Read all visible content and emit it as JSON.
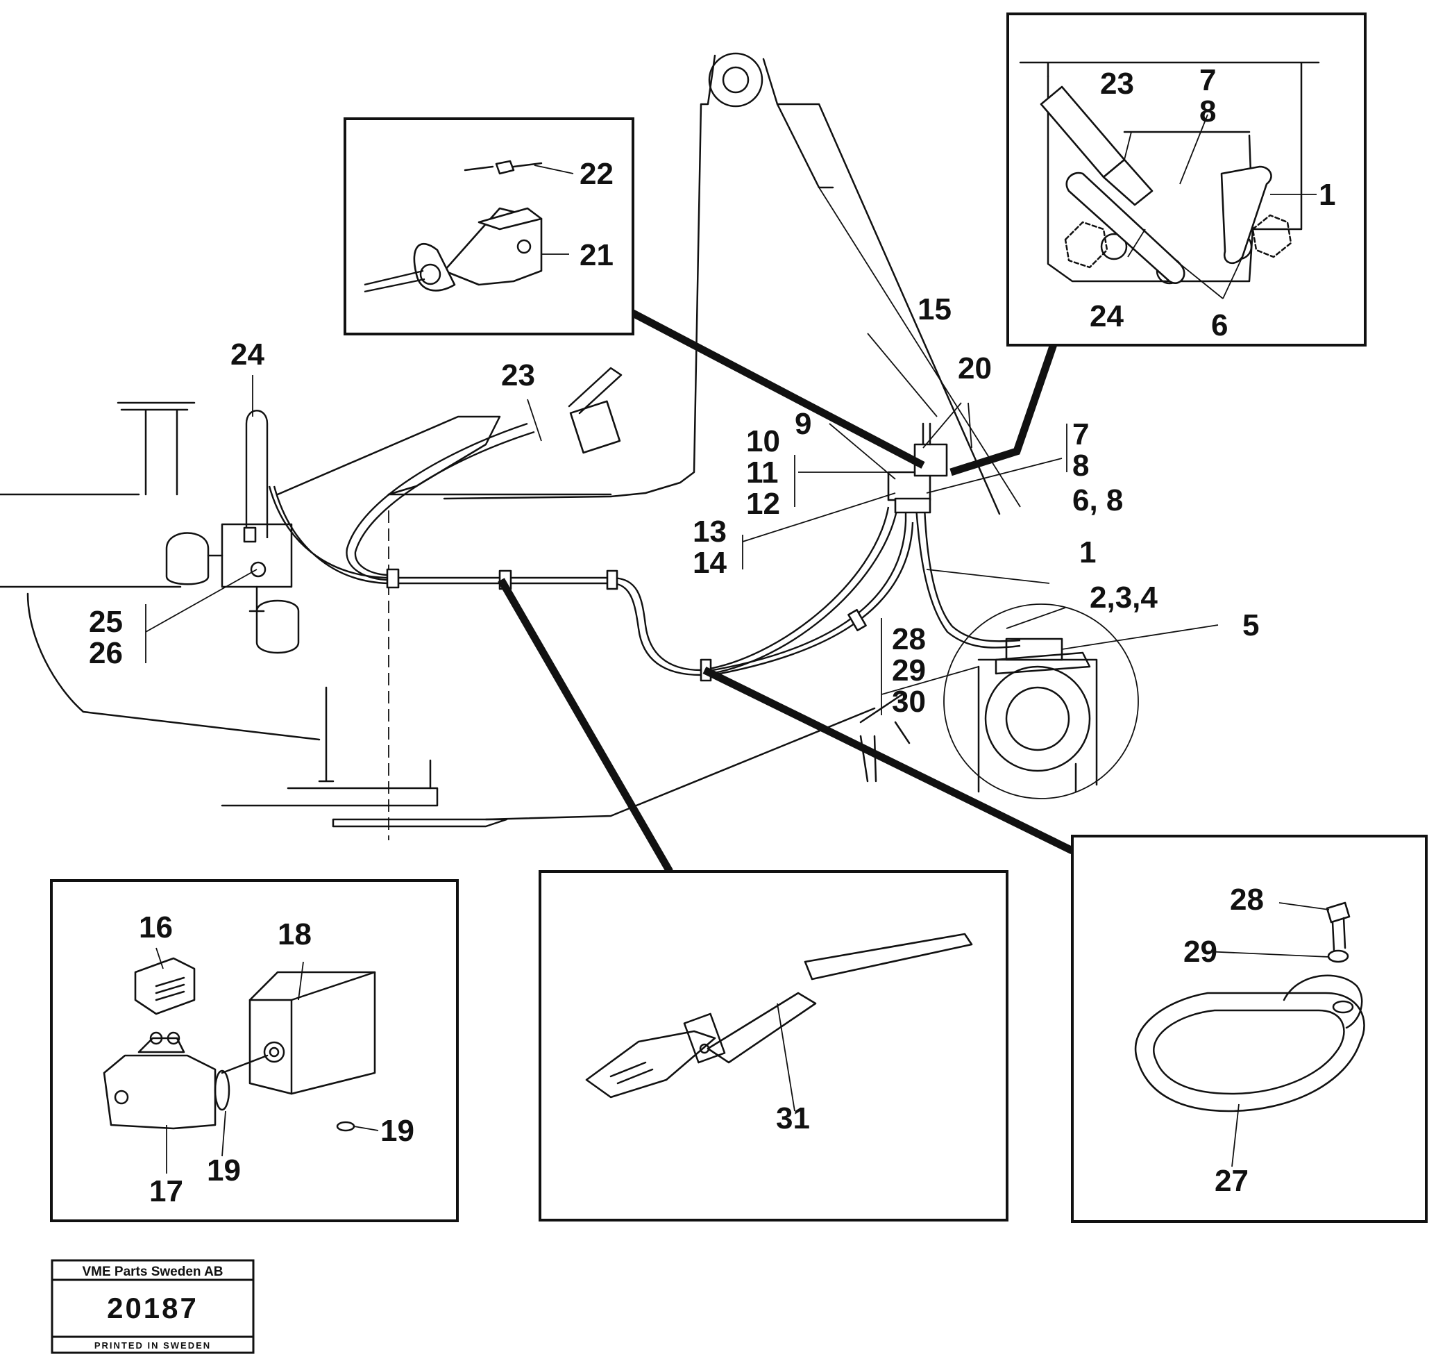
{
  "callouts": {
    "c1_main": "1",
    "c1_inset": "1",
    "c2_3_4": "2,3,4",
    "c5": "5",
    "c6_inset": "6",
    "c6_8": "6, 8",
    "c7_inset": "7",
    "c8_inset": "8",
    "c7_main": "7",
    "c8_main": "8",
    "c9": "9",
    "c10": "10",
    "c11": "11",
    "c12": "12",
    "c13": "13",
    "c14": "14",
    "c15": "15",
    "c16": "16",
    "c17": "17",
    "c18": "18",
    "c19_a": "19",
    "c19_b": "19",
    "c20": "20",
    "c21": "21",
    "c22": "22",
    "c23_main": "23",
    "c23_inset": "23",
    "c24_main": "24",
    "c24_inset": "24",
    "c25": "25",
    "c26": "26",
    "c27": "27",
    "c28_main": "28",
    "c28_inset": "28",
    "c29_main": "29",
    "c29_inset": "29",
    "c30": "30",
    "c31": "31"
  },
  "title_block": {
    "company": "VME Parts Sweden AB",
    "number": "20187",
    "printed": "PRINTED IN SWEDEN"
  }
}
